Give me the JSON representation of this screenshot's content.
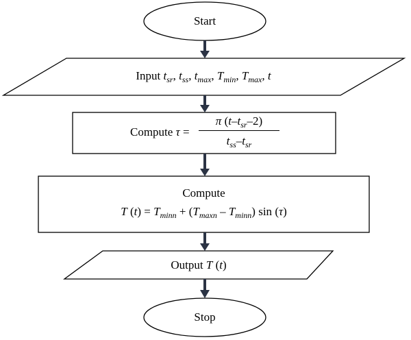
{
  "start": {
    "label": "Start"
  },
  "input": {
    "prefix": "Input",
    "vars": [
      {
        "base": "t",
        "sub": "sr"
      },
      {
        "base": "t",
        "sub": "ss"
      },
      {
        "base": "t",
        "sub": "max"
      },
      {
        "base": "T",
        "sub": "min"
      },
      {
        "base": "T",
        "sub": "max"
      },
      {
        "base": "t",
        "sub": ""
      }
    ],
    "separator": ", "
  },
  "compute_tau": {
    "prefix": "Compute",
    "lhs": "τ",
    "eq": "=",
    "numerator": {
      "pi": "π",
      "open": "(",
      "t": "t",
      "minus1": "–",
      "tsr_base": "t",
      "tsr_sub": "sr",
      "minus2": "–2",
      "close": ")"
    },
    "denominator": {
      "a_base": "t",
      "a_sub": "ss",
      "minus": "–",
      "b_base": "t",
      "b_sub": "sr"
    }
  },
  "compute_T": {
    "title": "Compute",
    "T": "T",
    "t": "t",
    "eq": "=",
    "tmin_base": "T",
    "tmin_sub": "minn",
    "plus": "+",
    "tmax_base": "T",
    "tmax_sub": "maxn",
    "minus": "–",
    "sin": "sin",
    "tau": "τ"
  },
  "output": {
    "prefix": "Output",
    "T": "T",
    "t": "t"
  },
  "stop": {
    "label": "Stop"
  },
  "colors": {
    "arrow": "#2b3344",
    "stroke": "#000000",
    "fill": "#ffffff"
  }
}
